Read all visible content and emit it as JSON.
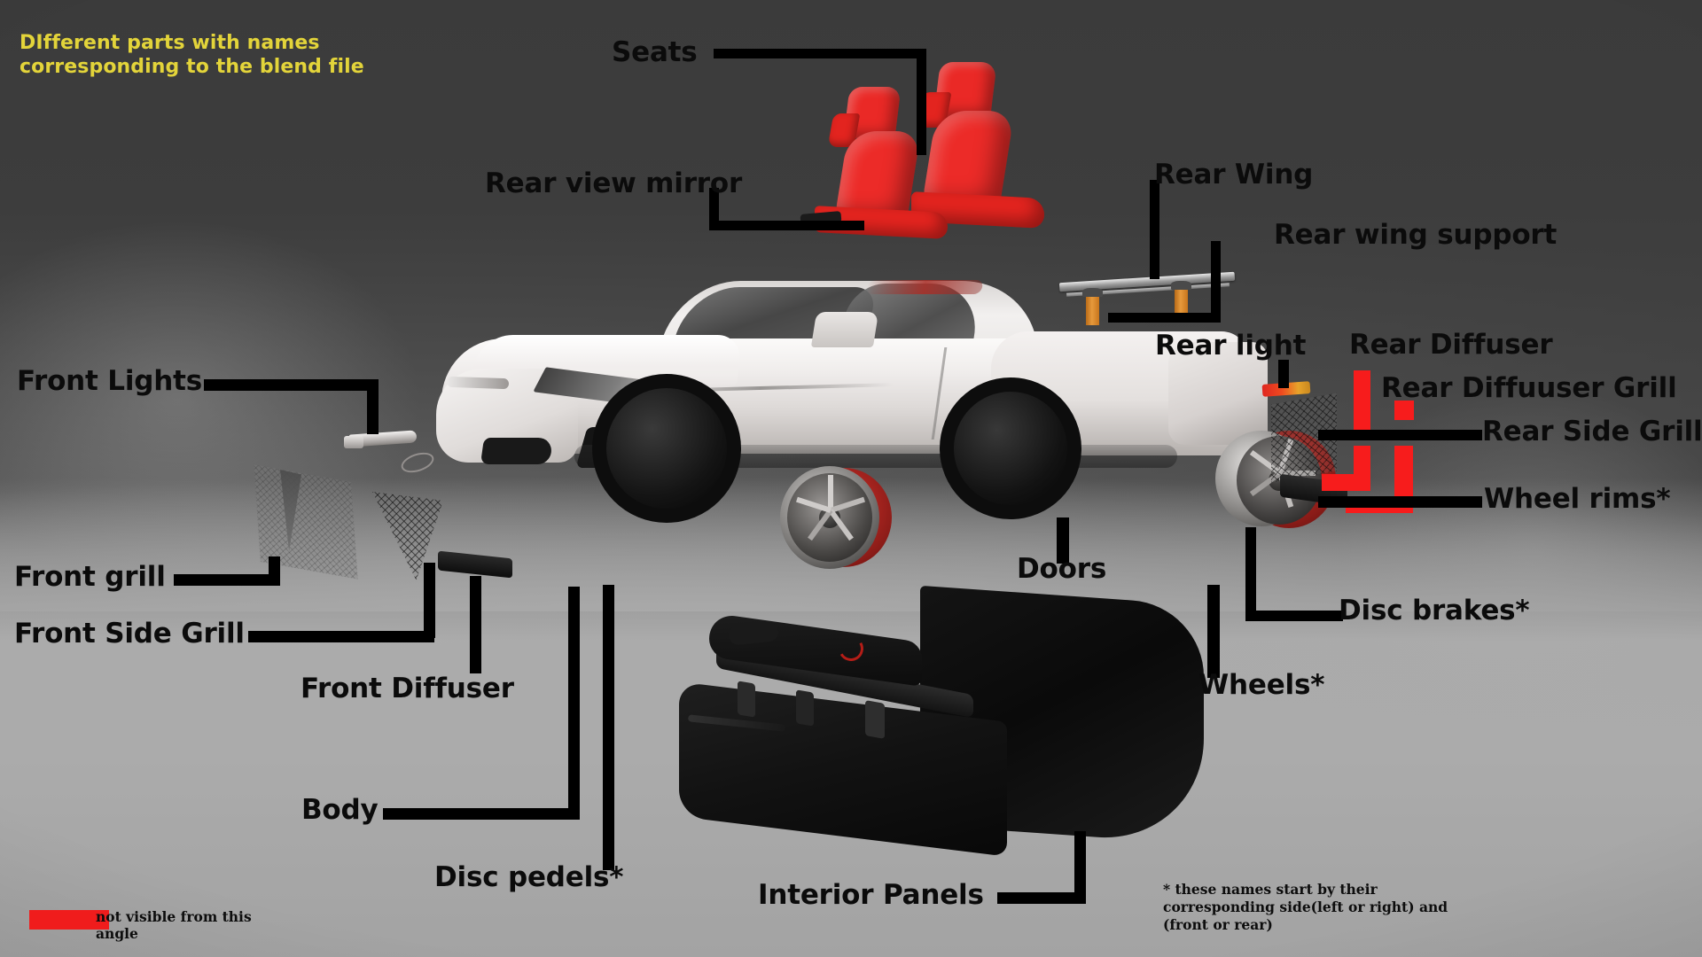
{
  "title": {
    "text": "DIfferent parts with names\ncorresponding to the blend file",
    "color": "#e3d43a"
  },
  "legend": {
    "swatch_color": "#f01c1c",
    "text": "not visible from this\nangle"
  },
  "footnote": {
    "text": "* these names start by their\ncorresponding side(left or right) and\n(front or rear)"
  },
  "labels": [
    {
      "id": "seats",
      "text": "Seats",
      "leader_color": "#000000"
    },
    {
      "id": "rear-view-mirror",
      "text": "Rear view mirror",
      "leader_color": "#000000"
    },
    {
      "id": "rear-wing",
      "text": "Rear Wing",
      "leader_color": "#000000"
    },
    {
      "id": "rear-wing-support",
      "text": "Rear wing support",
      "leader_color": "#000000"
    },
    {
      "id": "rear-light",
      "text": "Rear light",
      "leader_color": "#000000"
    },
    {
      "id": "rear-diffuser",
      "text": "Rear Diffuser",
      "leader_color": "#f71c1c"
    },
    {
      "id": "rear-diffuuser-grill",
      "text": "Rear Diffuuser Grill",
      "leader_color": "#f71c1c"
    },
    {
      "id": "rear-side-grill",
      "text": "Rear Side Grill",
      "leader_color": "#000000"
    },
    {
      "id": "wheel-rims",
      "text": "Wheel rims*",
      "leader_color": "#000000"
    },
    {
      "id": "disc-brakes",
      "text": "Disc brakes*",
      "leader_color": "#000000"
    },
    {
      "id": "wheels",
      "text": "Wheels*",
      "leader_color": "#000000"
    },
    {
      "id": "doors",
      "text": "Doors",
      "leader_color": "#000000"
    },
    {
      "id": "interior-panels",
      "text": "Interior Panels",
      "leader_color": "#000000"
    },
    {
      "id": "disc-pedels",
      "text": "Disc pedels*",
      "leader_color": "#000000"
    },
    {
      "id": "body",
      "text": "Body",
      "leader_color": "#000000"
    },
    {
      "id": "front-diffuser",
      "text": "Front Diffuser",
      "leader_color": "#000000"
    },
    {
      "id": "front-side-grill",
      "text": "Front Side Grill",
      "leader_color": "#000000"
    },
    {
      "id": "front-grill",
      "text": "Front grill",
      "leader_color": "#000000"
    },
    {
      "id": "front-lights",
      "text": "Front Lights",
      "leader_color": "#000000"
    }
  ],
  "colors": {
    "label_text": "#0b0b0b",
    "leader_black": "#000000",
    "leader_red": "#f71c1c",
    "seat_red": "#ed2a28",
    "wing_support_orange": "#e08a28",
    "car_body": "#efedec",
    "background_dark": "#3b3b3b",
    "background_mid": "#5a5a5a",
    "background_floor": "#ababab"
  },
  "scene": {
    "subject": "exploded-view-sports-car",
    "parts_count": 19
  }
}
